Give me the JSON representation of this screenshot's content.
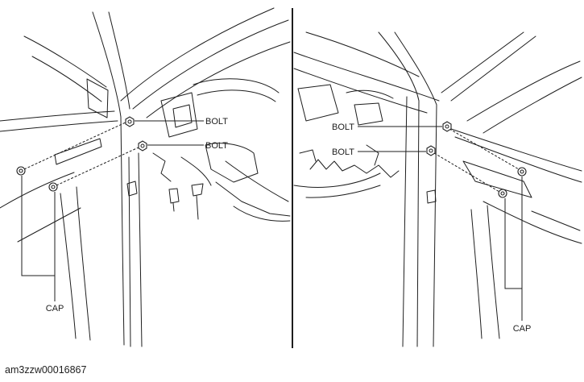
{
  "left_view": {
    "bolt_upper": "BOLT",
    "bolt_lower": "BOLT",
    "cap": "CAP"
  },
  "right_view": {
    "bolt_upper": "BOLT",
    "bolt_lower": "BOLT",
    "cap": "CAP"
  },
  "figure_id": "am3zzw00016867"
}
